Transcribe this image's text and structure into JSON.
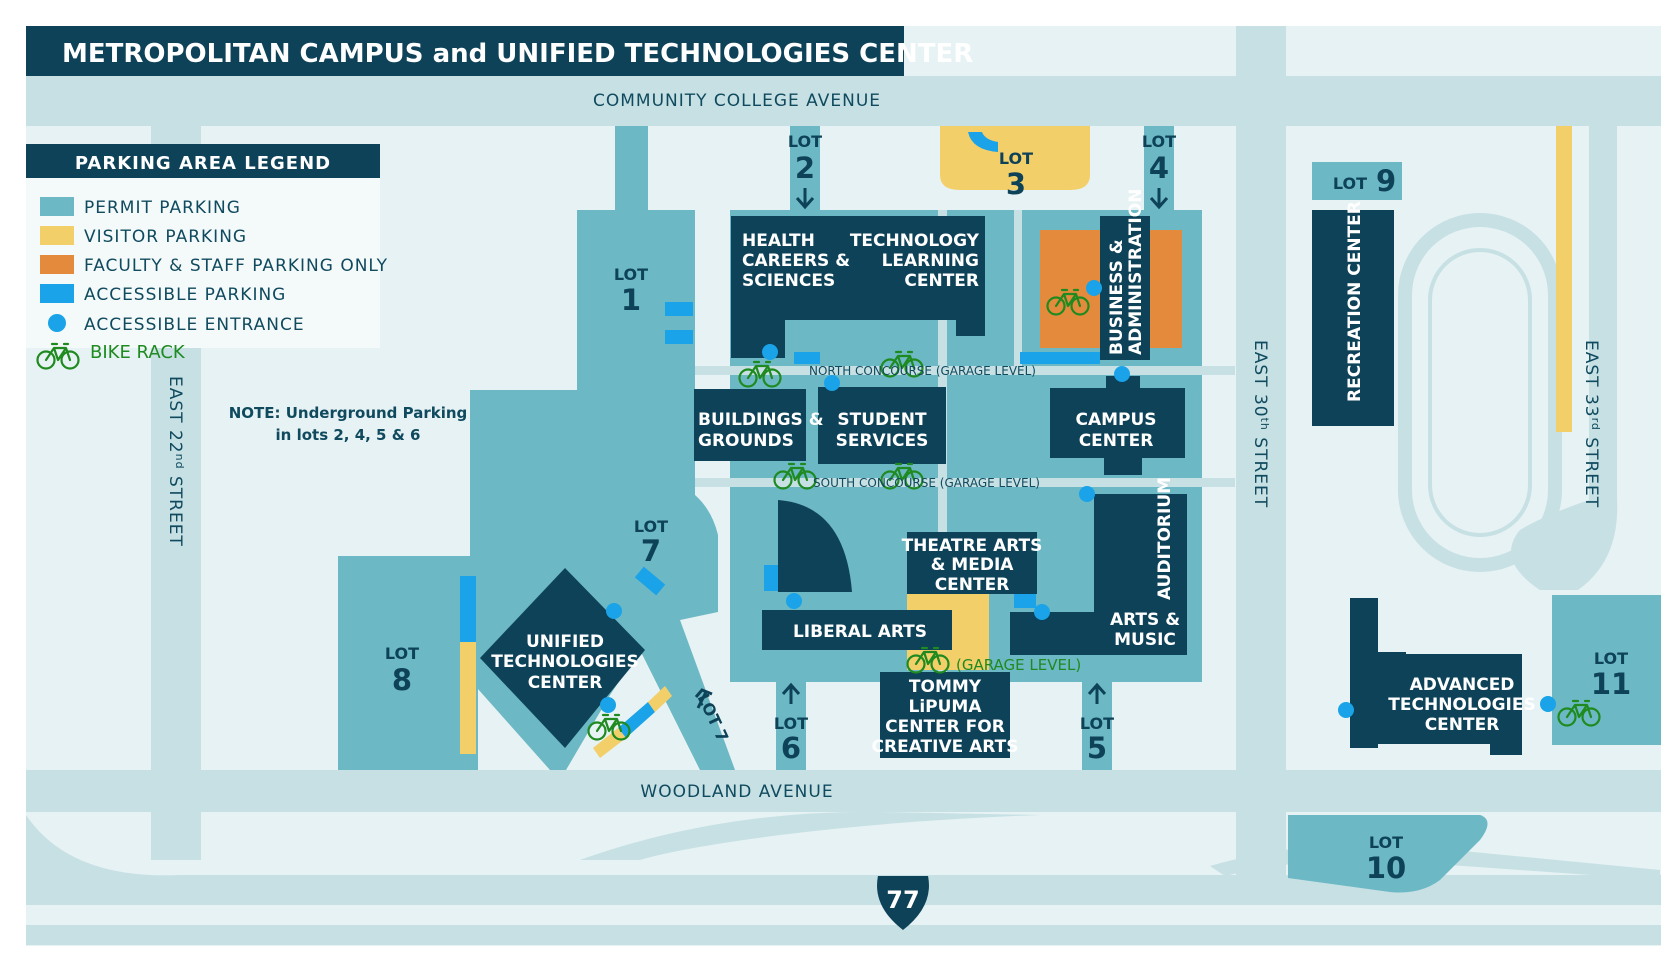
{
  "title": "METROPOLITAN CAMPUS and UNIFIED TECHNOLOGIES CENTER",
  "colors": {
    "permit": "#6cb8c4",
    "visitor": "#f3cf6a",
    "faculty": "#e48a3c",
    "accessible": "#1aa3e8",
    "building": "#0d4258",
    "road": "#c6e0e4",
    "ground": "#e6f2f3",
    "bike": "#1f8a1f"
  },
  "legend": {
    "title": "PARKING AREA LEGEND",
    "items": [
      {
        "label": "PERMIT PARKING",
        "color": "#6cb8c4"
      },
      {
        "label": "VISITOR PARKING",
        "color": "#f3cf6a"
      },
      {
        "label": "FACULTY & STAFF PARKING ONLY",
        "color": "#e48a3c"
      },
      {
        "label": "ACCESSIBLE PARKING",
        "color": "#1aa3e8"
      },
      {
        "label": "ACCESSIBLE ENTRANCE",
        "color": "#1aa3e8"
      },
      {
        "label": "BIKE RACK",
        "color": "#1f8a1f"
      }
    ]
  },
  "roads": {
    "community_college": "COMMUNITY COLLEGE AVENUE",
    "woodland": "WOODLAND AVENUE",
    "east22": {
      "pre": "EAST 22",
      "sup": "nd",
      "post": " STREET"
    },
    "east30": {
      "pre": "EAST 30",
      "sup": "th",
      "post": " STREET"
    },
    "east33": {
      "pre": "EAST 33",
      "sup": "rd",
      "post": " STREET"
    },
    "interstate": "77"
  },
  "note": {
    "line1": "NOTE: Underground Parking",
    "line2": "in lots 2, 4, 5 & 6"
  },
  "lots": {
    "lot_word": "LOT",
    "lot1": "1",
    "lot2": "2",
    "lot3": "3",
    "lot4": "4",
    "lot5": "5",
    "lot6": "6",
    "lot7": "7",
    "lot8": "8",
    "lot9": "9",
    "lot10": "10",
    "lot11": "11",
    "lot7_ramp": "LOT 7"
  },
  "buildings": {
    "health": [
      "HEALTH",
      "CAREERS &",
      "SCIENCES"
    ],
    "tech_learning": [
      "TECHNOLOGY",
      "LEARNING",
      "CENTER"
    ],
    "business": [
      "BUSINESS &",
      "ADMINISTRATION"
    ],
    "buildings_grounds": [
      "BUILDINGS &",
      "GROUNDS"
    ],
    "student_services": [
      "STUDENT",
      "SERVICES"
    ],
    "campus_center": [
      "CAMPUS",
      "CENTER"
    ],
    "recreation": "RECREATION CENTER",
    "theatre": [
      "THEATRE ARTS",
      "& MEDIA",
      "CENTER"
    ],
    "auditorium": "AUDITORIUM",
    "arts_music": [
      "ARTS &",
      "MUSIC"
    ],
    "liberal_arts": "LIBERAL ARTS",
    "unified": [
      "UNIFIED",
      "TECHNOLOGIES",
      "CENTER"
    ],
    "tommy": [
      "TOMMY",
      "LiPUMA",
      "CENTER FOR",
      "CREATIVE ARTS"
    ],
    "advanced": [
      "ADVANCED",
      "TECHNOLOGIES",
      "CENTER"
    ]
  },
  "concourses": {
    "north": "NORTH CONCOURSE (GARAGE LEVEL)",
    "south": "SOUTH CONCOURSE (GARAGE LEVEL)",
    "garage_level": "(GARAGE LEVEL)"
  }
}
